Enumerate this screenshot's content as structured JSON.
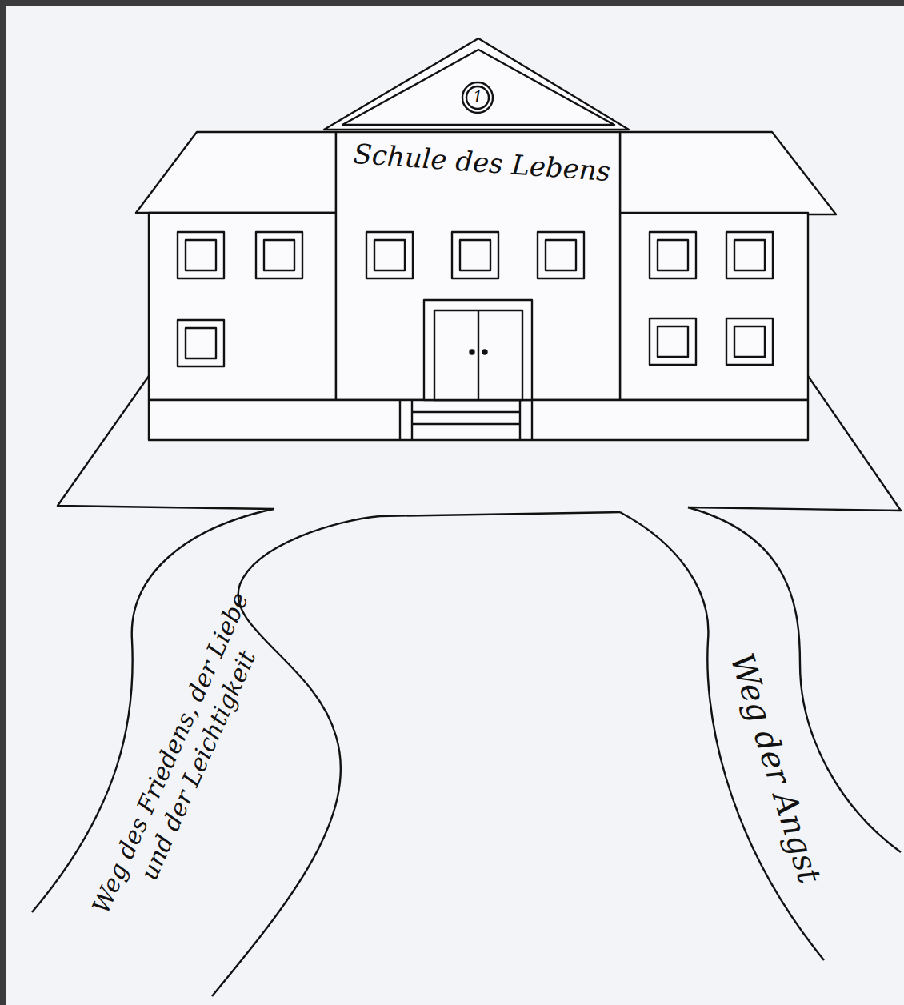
{
  "diagram": {
    "nodes": [
      {
        "text": [
          "Schule des Lebens"
        ]
      },
      {
        "text": [
          "1"
        ],
        "in": 0
      },
      {
        "text": [
          "Weg des Friedens, der Liebe und der Leichtigkeit"
        ]
      },
      {
        "text": [
          "Weg der Angst"
        ]
      }
    ]
  }
}
